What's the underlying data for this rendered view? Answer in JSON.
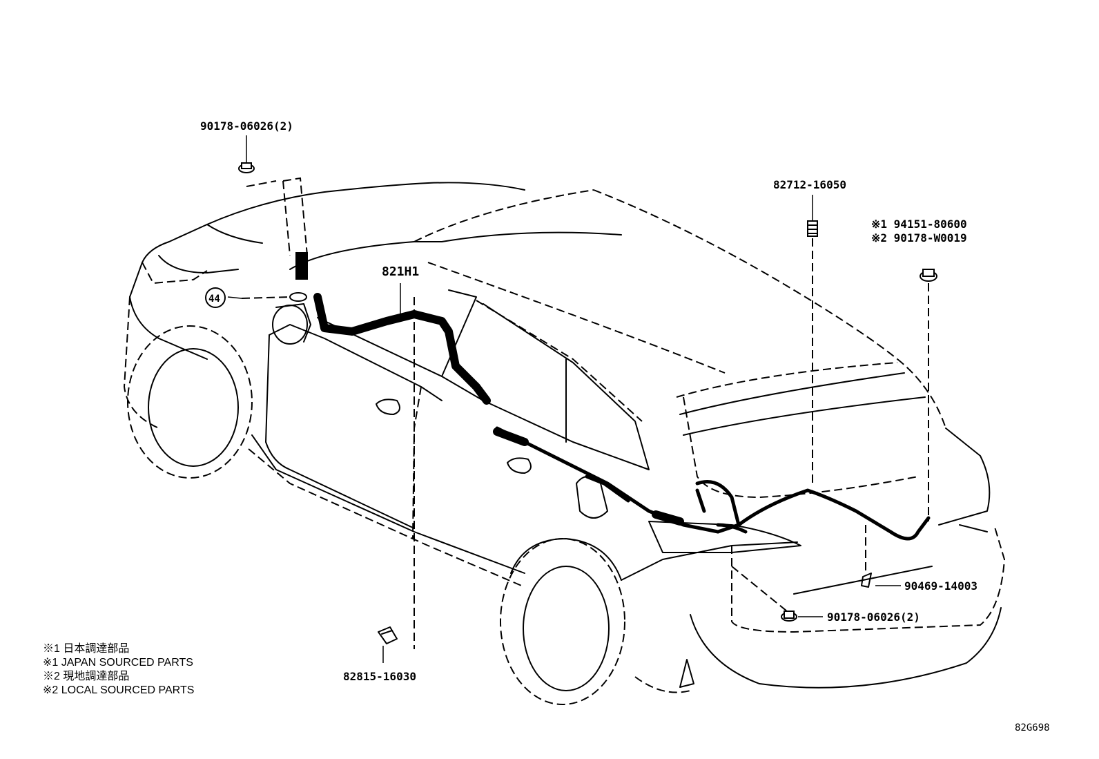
{
  "callouts": {
    "p1": "90178-06026(2)",
    "p2": "821H1",
    "p3": "82712-16050",
    "p4_line1": "※1 94151-80600",
    "p4_line2": "※2 90178-W0019",
    "p5": "90469-14003",
    "p6": "90178-06026(2)",
    "p7": "82815-16030",
    "p8": "44"
  },
  "legend": {
    "line1": "※1 日本調達部品",
    "line2": "※1 JAPAN SOURCED PARTS",
    "line3": "※2 現地調達部品",
    "line4": "※2 LOCAL SOURCED PARTS"
  },
  "figure_id": "82G698"
}
